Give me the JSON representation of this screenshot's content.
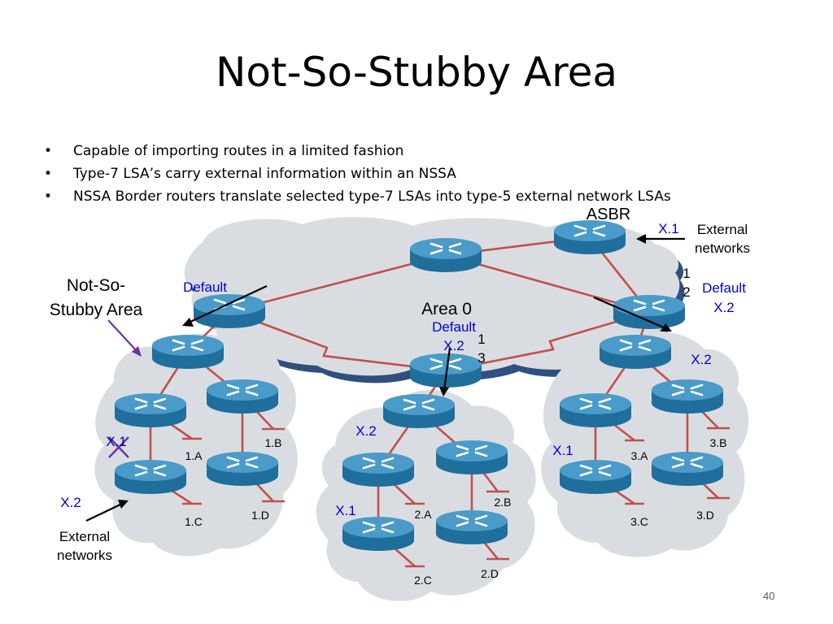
{
  "slide": {
    "title": "Not-So-Stubby Area",
    "bullets": [
      "Capable of importing routes in a limited fashion",
      "Type-7 LSA’s carry external information within an NSSA",
      "NSSA Border routers translate selected type-7 LSAs into type-5 external network LSAs"
    ],
    "page_number": "40"
  },
  "diagram": {
    "area0_label": "Area 0",
    "asbr_label": "ASBR",
    "nssa_label_line1": "Not-So-",
    "nssa_label_line2": "Stubby Area",
    "external_top_line1": "External",
    "external_top_line2": "networks",
    "external_bottom_line1": "External",
    "external_bottom_line2": "networks",
    "labels": {
      "asbr_x1": "X.1",
      "default_left": "Default",
      "default_right": "Default",
      "default_right_x2": "X.2",
      "default_mid": "Default",
      "default_mid_x2": "X.2",
      "cost_right_a": "1",
      "cost_right_b": "2",
      "cost_mid_a": "1",
      "cost_mid_b": "3",
      "area1_x1": "X.1",
      "area1_x2": "X.2",
      "area2_x2": "X.2",
      "area2_x1": "X.1",
      "area3_x2": "X.2",
      "area3_x1": "X.1"
    },
    "subnets": {
      "a1": "1.A",
      "b1": "1.B",
      "c1": "1.C",
      "d1": "1.D",
      "a2": "2.A",
      "b2": "2.B",
      "c2": "2.C",
      "d2": "2.D",
      "a3": "3.A",
      "b3": "3.B",
      "c3": "3.C",
      "d3": "3.D"
    },
    "colors": {
      "cloud_fill": "#d9dde1",
      "cloud_shadow": "#2f4f7f",
      "link": "#c0504d",
      "router_top": "#4a9bc9",
      "router_side": "#1f6e9c",
      "blue_text": "#0000cc",
      "nssa_arrow": "#7030a0"
    }
  }
}
